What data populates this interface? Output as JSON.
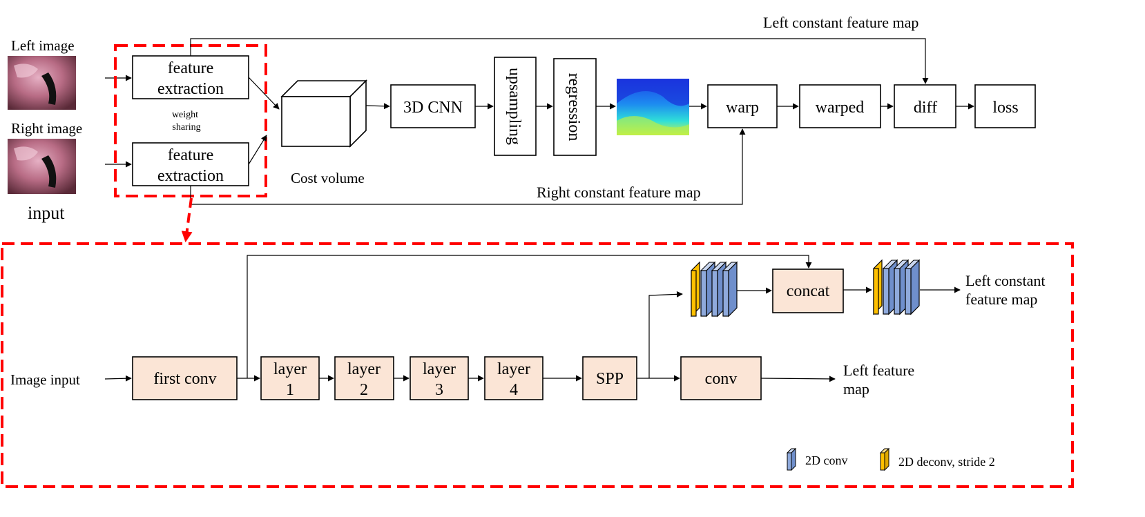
{
  "top": {
    "left_image_label": "Left image",
    "right_image_label": "Right image",
    "input_label": "input",
    "feature_extraction_top": [
      "feature",
      "extraction"
    ],
    "feature_extraction_bottom": [
      "feature",
      "extraction"
    ],
    "weight_sharing": [
      "weight",
      "sharing"
    ],
    "cost_volume_label": "Cost volume",
    "cnn3d_label": "3D CNN",
    "upsampling_label": "upsampling",
    "regression_label": "regression",
    "warp_label": "warp",
    "warped_label": "warped",
    "diff_label": "diff",
    "loss_label": "loss",
    "left_constant_feature_map": "Left constant feature map",
    "right_constant_feature_map": "Right constant feature map"
  },
  "bottom": {
    "image_input_label": "Image input",
    "first_conv_label": "first conv",
    "layers": [
      [
        "layer",
        "1"
      ],
      [
        "layer",
        "2"
      ],
      [
        "layer",
        "3"
      ],
      [
        "layer",
        "4"
      ]
    ],
    "spp_label": "SPP",
    "conv_label": "conv",
    "concat_label": "concat",
    "left_constant_feature_map": [
      "Left constant",
      "feature map"
    ],
    "left_feature_map": [
      "Left feature",
      "map"
    ]
  },
  "legend": {
    "conv2d_label": "2D conv",
    "deconv2d_label": "2D deconv, stride 2"
  },
  "colors": {
    "highlight_red": "#ff0000",
    "block_fill": "#fbe5d6",
    "conv2d_blue": "#8faadc",
    "deconv2d_gold": "#ffc000"
  }
}
